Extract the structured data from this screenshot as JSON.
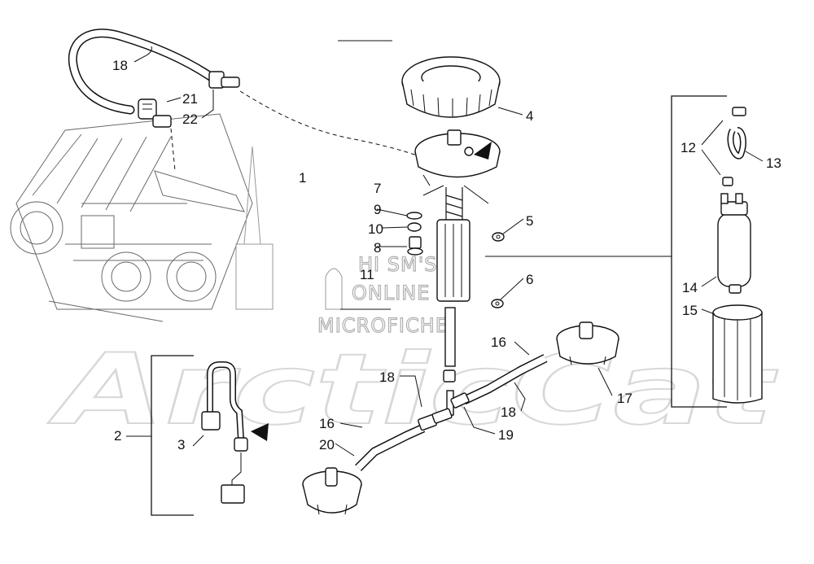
{
  "watermark": {
    "lines": [
      "HI SM'S",
      "ONLINE",
      "MICROFICHE"
    ],
    "logo": "ArcticCat"
  },
  "callouts": {
    "c1": "1",
    "c2": "2",
    "c3": "3",
    "c4": "4",
    "c5": "5",
    "c6": "6",
    "c7": "7",
    "c8": "8",
    "c9": "9",
    "c10": "10",
    "c11": "11",
    "c12": "12",
    "c13": "13",
    "c14": "14",
    "c15": "15",
    "c16a": "16",
    "c16b": "16",
    "c17": "17",
    "c18a": "18",
    "c18b": "18",
    "c18c": "18",
    "c19": "19",
    "c20": "20",
    "c21": "21",
    "c22": "22"
  }
}
